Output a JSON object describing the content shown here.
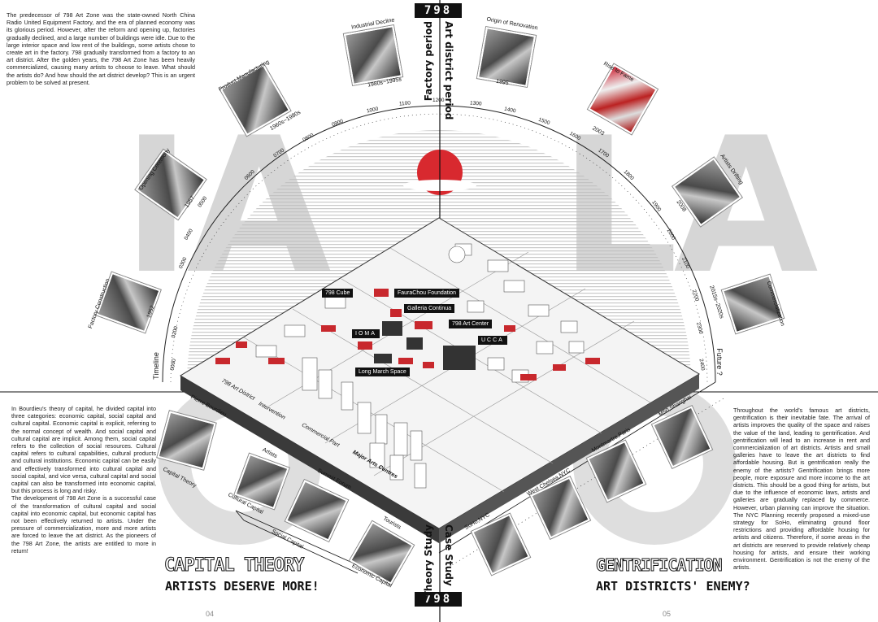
{
  "intro_text": "The predecessor of 798 Art Zone was the state-owned North China Radio United Equipment Factory, and the era of planned economy was its glorious period. However, after the reform and opening up, factories gradually declined, and a large number of buildings were idle. Due to the large interior space and low rent of the buildings, some artists chose to create art in the factory. 798 gradually transformed from a factory to an art district. After the golden years, the 798 Art Zone has been heavily commercialized, causing many artists to choose to leave. What should the artists do? And how should the art district develop? This is an urgent problem to be solved at present.",
  "capital_text": "In Bourdieu's theory of capital, he divided capital into three categories: economic capital, social capital and cultural capital. Economic capital is explicit, referring to the normal concept of wealth. And social capital and cultural capital are implicit. Among them, social capital refers to the collection of social resources. Cultural capital refers to cultural capabilities, cultural products and cultural institutions. Economic capital can be easily and effectively transformed into cultural capital and social capital, and vice versa, cultural capital and social capital can also be transformed into economic capital, but this process is long and risky.\nThe development of 798 Art Zone is a successful case of the transformation of cultural capital and social capital into economic capital, but economic capital has not been effectively returned to artists. Under the pressure of commercialization, more and more artists are forced to leave the art district. As the pioneers of the 798 Art Zone, the artists are entitled to more in return!",
  "gentrification_text": "Throughout the world's famous art districts, gentrification is their inevitable fate. The arrival of artists improves the quality of the space and raises the value of the land, leading to gentrification. And gentrification will lead to an increase in rent and commercialization of art districts. Artists and small galleries have to leave the art districts to find affordable housing. But is gentrification really the enemy of the artists? Gentrification brings more people, more exposure and more income to the art districts. This should be a good thing for artists, but due to the influence of economic laws, artists and galleries are gradually replaced by commerce. However, urban planning can improve the situation. The NYC Planning recently proposed a mixed-use strategy for SoHo, eliminating ground floor restrictions and providing affordable housing for artists and citizens. Therefore, if some areas in the art districts are reserved to provide relatively cheap housing for artists, and ensure their working environment. Gentrification is not the enemy of the artists.",
  "center_top": "798",
  "center_bottom": "798",
  "factory_period": "Factory period",
  "art_district_period": "Art district period",
  "case_study": "Case Study",
  "theory_study": "Theory Study",
  "timeline_left": "Timeline",
  "future_right": "Future ?",
  "capital_title": "CAPITAL THEORY",
  "capital_sub": "ARTISTS DESERVE MORE!",
  "gent_title": "GENTRIFICATION",
  "gent_sub": "ART DISTRICTS' ENEMY?",
  "page_left": "04",
  "page_right": "05",
  "bg_letters": {
    "left": "IA",
    "right": "LA"
  },
  "left_photos": [
    {
      "label": "Factory Construction",
      "year": "1952"
    },
    {
      "label": "Opening Ceremony",
      "year": "1957"
    },
    {
      "label": "Product Manufacturing",
      "year": "1960s~1980s"
    },
    {
      "label": "Industrial Decline",
      "year": "1980s~1995s"
    }
  ],
  "right_photos": [
    {
      "label": "Origin of Renovation",
      "year": "1995"
    },
    {
      "label": "Rise to Fame",
      "year": "2003"
    },
    {
      "label": "Artists Drifting",
      "year": "2008"
    },
    {
      "label": "Commercialization",
      "year": "2015s~2020s"
    }
  ],
  "scale_left": [
    "0000",
    "0200",
    "0300",
    "0400",
    "0500",
    "0600",
    "0700",
    "0800",
    "0900",
    "1000",
    "1100",
    "1200"
  ],
  "scale_right": [
    "1300",
    "1400",
    "1500",
    "1600",
    "1700",
    "1800",
    "1900",
    "2000",
    "2100",
    "2200",
    "2300",
    "2400"
  ],
  "map_labels": [
    "798 Cube",
    "FauraChou Foundation",
    "Galleria Continua",
    "798 Art Center",
    "IOMA",
    "UCCA",
    "Long March Space"
  ],
  "legend": [
    "798 Art District",
    "Intervention",
    "Commercial Part",
    "Major Arts Centres"
  ],
  "capital_people": [
    "Pierre Bourdieu",
    "Capital Theory",
    "Artists",
    "Summit Forum",
    "Tourists"
  ],
  "capital_flow": [
    "Cultural Capital",
    "Social Capital",
    "Economic Capital"
  ],
  "case_places": [
    "SoHo,NYC",
    "West Chelsea,NYC",
    "Montmartre,Paris",
    "M50,Shanghai"
  ],
  "colors": {
    "red": "#c8282d",
    "sun": "#d8292f",
    "grey": "#d6d6d6"
  }
}
